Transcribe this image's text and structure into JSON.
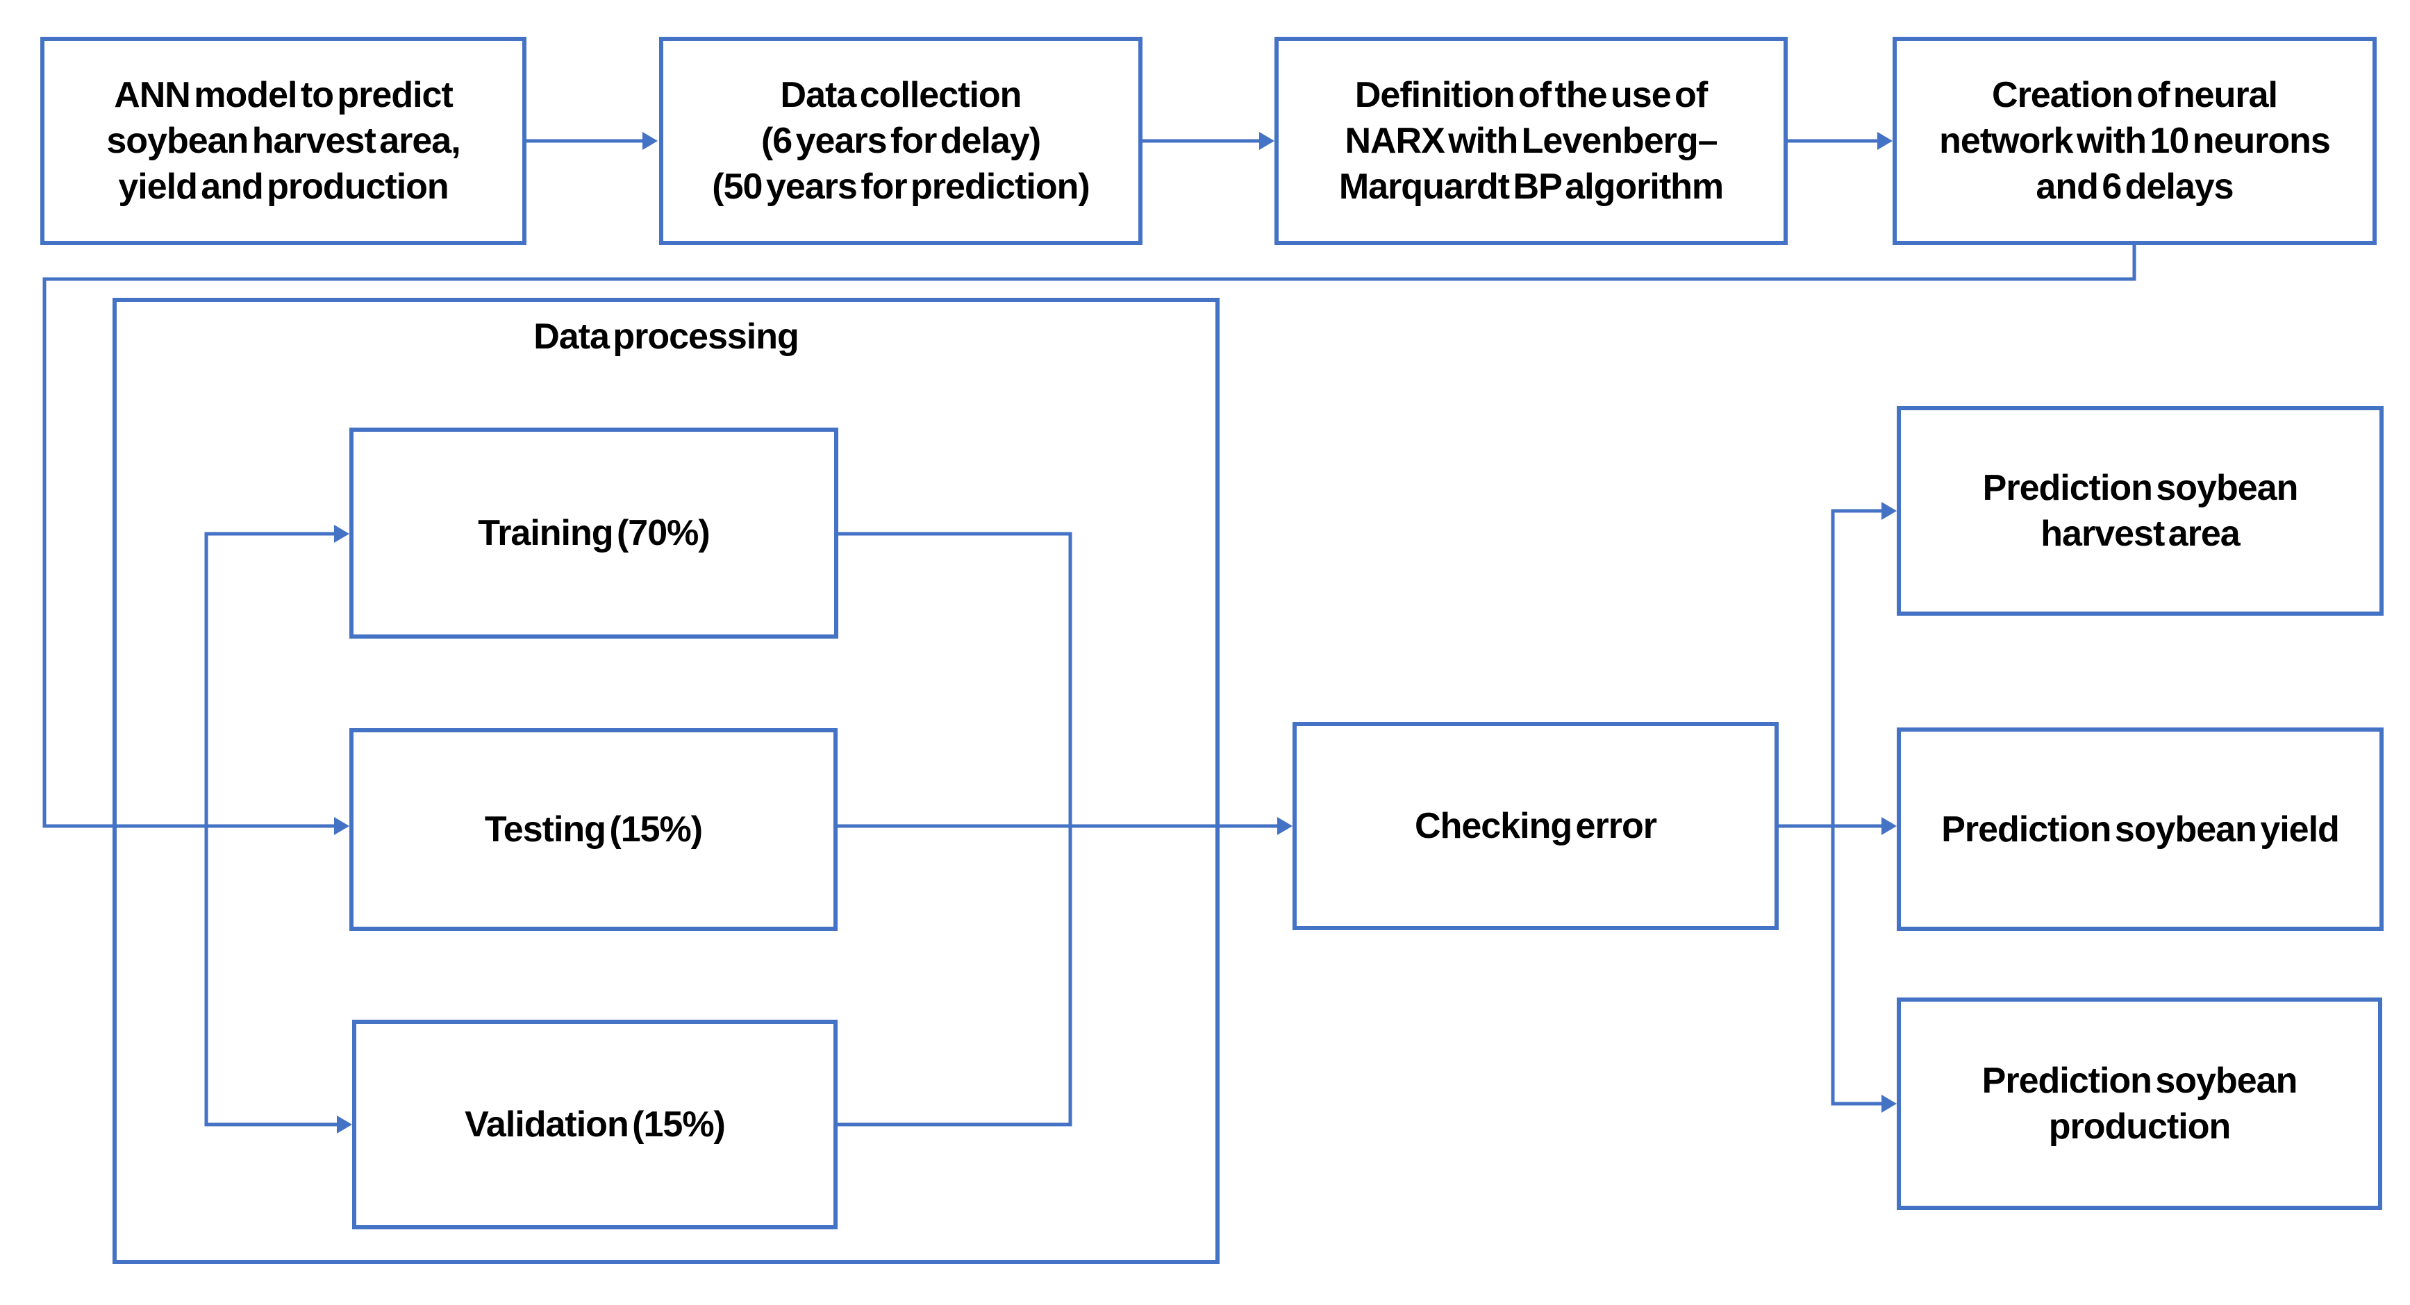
{
  "colors": {
    "accent": "#4472C4",
    "text": "#000000",
    "background": "#FFFFFF"
  },
  "nodes": {
    "ann_model": {
      "lines": [
        "ANN model to predict",
        "soybean harvest area,",
        "yield and production"
      ]
    },
    "data_collection": {
      "lines": [
        "Data collection",
        "(6 years for delay)",
        "(50 years for prediction)"
      ]
    },
    "narx_definition": {
      "lines": [
        "Definition of the use of",
        "NARX with Levenberg–",
        "Marquardt BP algorithm"
      ]
    },
    "network_creation": {
      "lines": [
        "Creation of neural",
        "network with 10 neurons",
        "and 6 delays"
      ]
    },
    "data_processing": {
      "label": "Data processing"
    },
    "training": {
      "lines": [
        "Training (70%)"
      ]
    },
    "testing": {
      "lines": [
        "Testing (15%)"
      ]
    },
    "validation": {
      "lines": [
        "Validation (15%)"
      ]
    },
    "checking_error": {
      "lines": [
        "Checking error"
      ]
    },
    "prediction_harvest": {
      "lines": [
        "Prediction soybean",
        "harvest area"
      ]
    },
    "prediction_yield": {
      "lines": [
        "Prediction soybean yield"
      ]
    },
    "prediction_production": {
      "lines": [
        "Prediction soybean",
        "production"
      ]
    }
  }
}
